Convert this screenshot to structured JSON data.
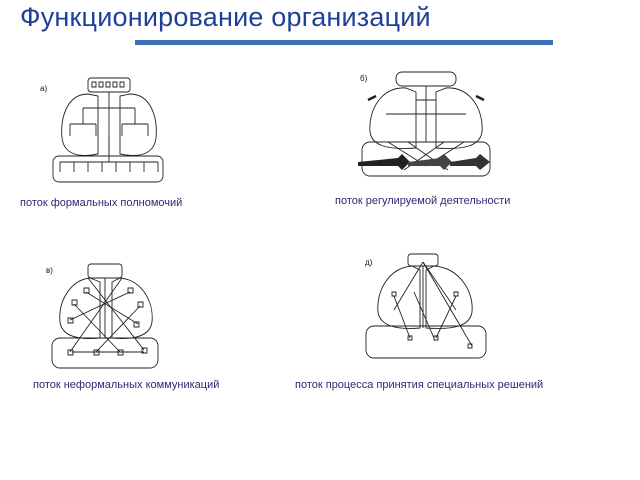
{
  "title": "Функционирование организаций",
  "colors": {
    "title": "#1f3f9a",
    "rule": "#3f6fb3",
    "caption": "#3a2275"
  },
  "diagrams": [
    {
      "letter": "а)",
      "caption": "поток формальных полномочий"
    },
    {
      "letter": "б)",
      "caption": "поток регулируемой деятельности"
    },
    {
      "letter": "в)",
      "caption": "поток неформальных коммуникаций"
    },
    {
      "letter": "д)",
      "caption": "поток процесса принятия специальных решений"
    }
  ]
}
